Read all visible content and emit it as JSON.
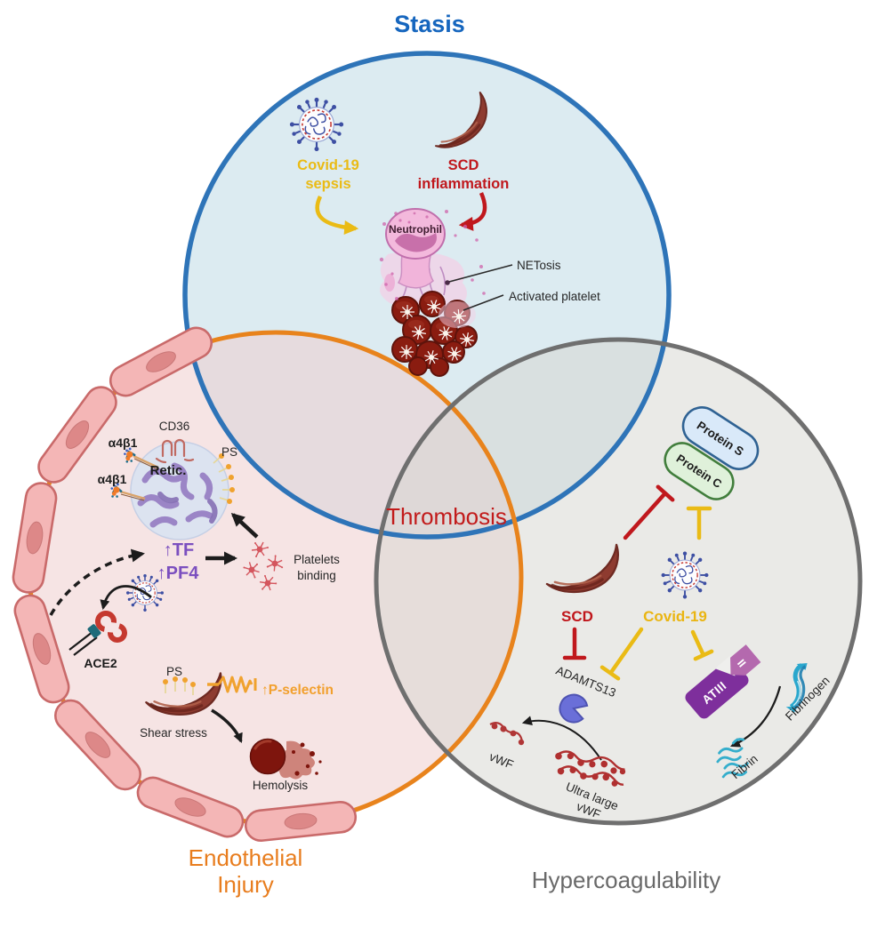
{
  "diagram": {
    "stasis_title": "Stasis",
    "endothelial_title_line1": "Endothelial",
    "endothelial_title_line2": "Injury",
    "hypercoagulability_title": "Hypercoagulability",
    "thrombosis_label": "Thrombosis"
  },
  "stasis": {
    "covid_sepsis_line1": "Covid-19",
    "covid_sepsis_line2": "sepsis",
    "scd_inflammation_line1": "SCD",
    "scd_inflammation_line2": "inflammation",
    "neutrophil": "Neutrophil",
    "netosis": "NETosis",
    "activated_platelet": "Activated platelet"
  },
  "endothelial": {
    "cd36": "CD36",
    "a4b1_upper": "α4β1",
    "a4b1_lower": "α4β1",
    "retic": "Retic.",
    "ps_retic": "PS",
    "tf": "↑TF",
    "pf4": "↑PF4",
    "platelets_binding_line1": "Platelets",
    "platelets_binding_line2": "binding",
    "ace2": "ACE2",
    "ps_sickle": "PS",
    "p_selectin": "↑P-selectin",
    "shear_stress": "Shear stress",
    "hemolysis": "Hemolysis"
  },
  "hyper": {
    "protein_s": "Protein S",
    "protein_c": "Protein C",
    "scd": "SCD",
    "covid": "Covid-19",
    "adamts13": "ADAMTS13",
    "atiii": "ATIII",
    "atiii_ii": "II",
    "fibrinogen": "Fibrinogen",
    "fibrin": "Fibrin",
    "vwf": "vWF",
    "ultra_vwf_line1": "Ultra large",
    "ultra_vwf_line2": "vWF"
  },
  "colors": {
    "stasis_blue": "#2E74B8",
    "endothelial_orange": "#E8831C",
    "hypercoagulability_gray": "#6F6F6F",
    "thrombosis_red": "#C21B1B",
    "covid_yellow": "#EABB15",
    "scd_red": "#C0181D",
    "tf_pf4_purple": "#7B4FBF",
    "p_selectin_orange": "#F2A02E",
    "protein_s_fill": "#D9E9F9",
    "protein_c_fill": "#DFF1DA",
    "atiii_purple": "#7E2F9C",
    "fibrin_cyan": "#35AECC",
    "vwf_red": "#B03636"
  }
}
